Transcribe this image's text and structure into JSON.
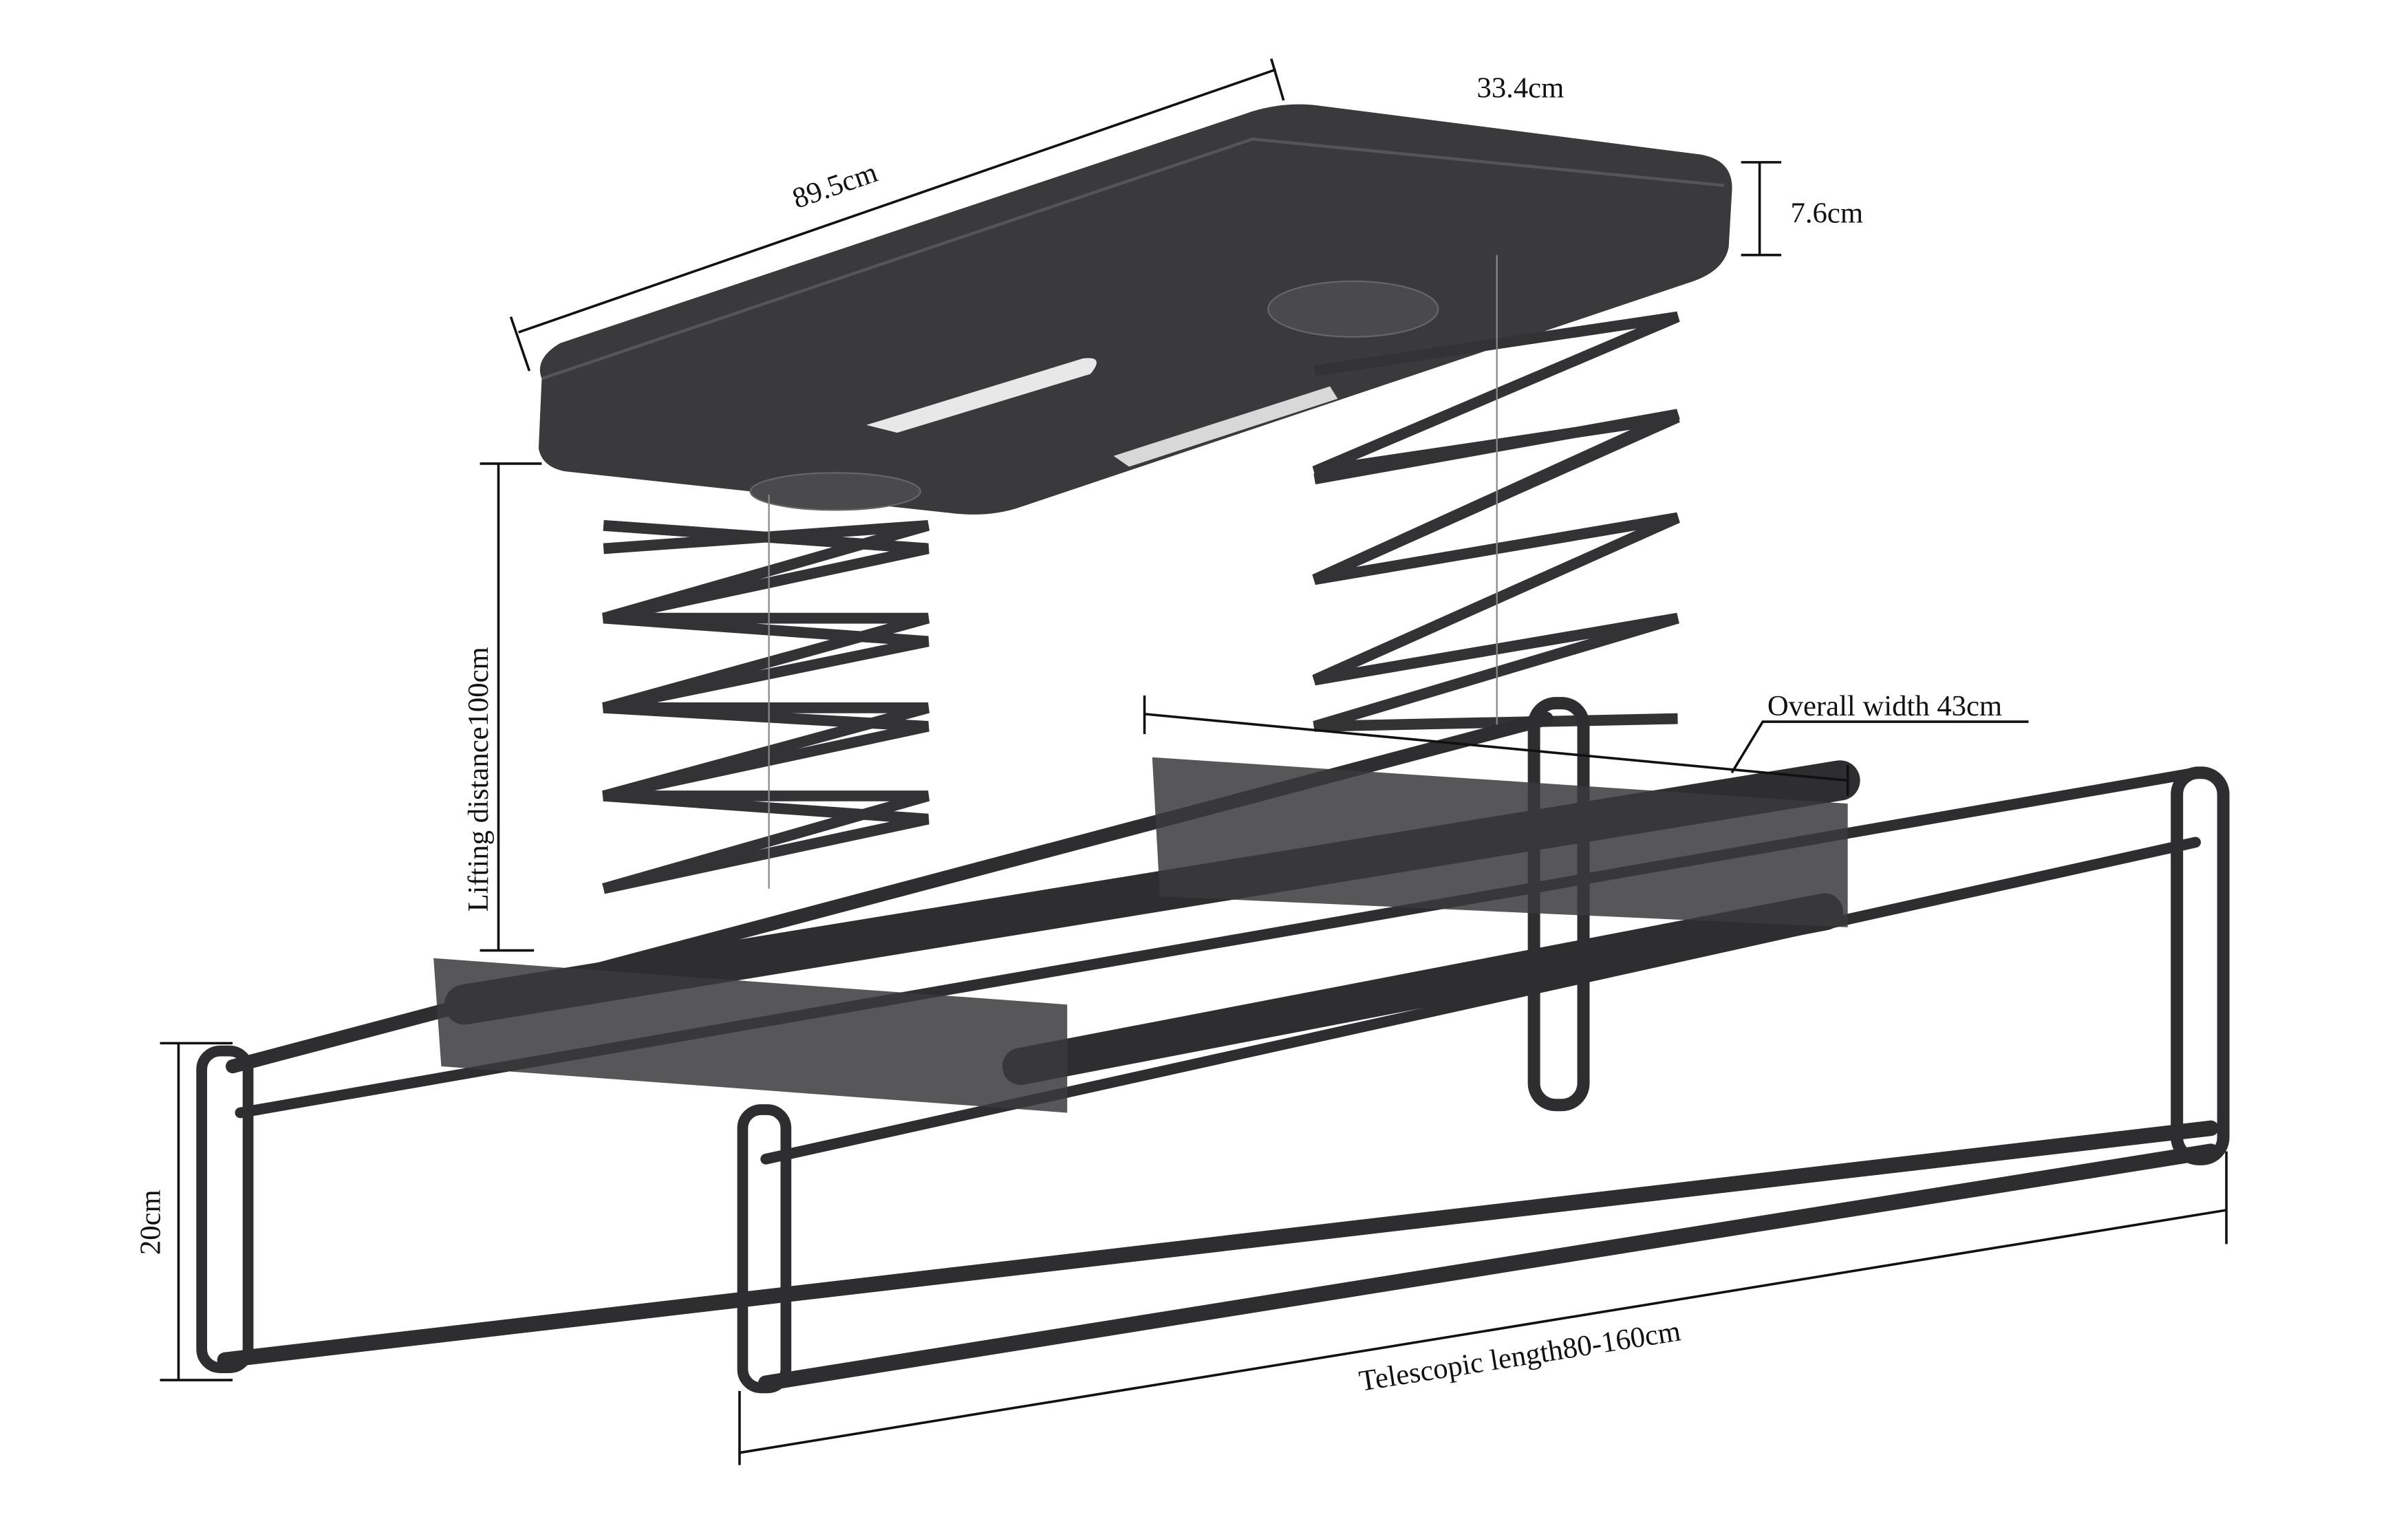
{
  "title": "Electric clothes drying rack dimensions",
  "dimensions": {
    "length": "89.5cm",
    "depth": "33.4cm",
    "height": "7.6cm",
    "lifting": "Lifting distance100cm",
    "overall_width": "Overall width 43cm",
    "rack_height": "20cm",
    "telescopic": "Telescopic length80-160cm"
  },
  "colors": {
    "body": "#3a3a3c",
    "rod": "#2e2e30",
    "line": "#111111"
  }
}
